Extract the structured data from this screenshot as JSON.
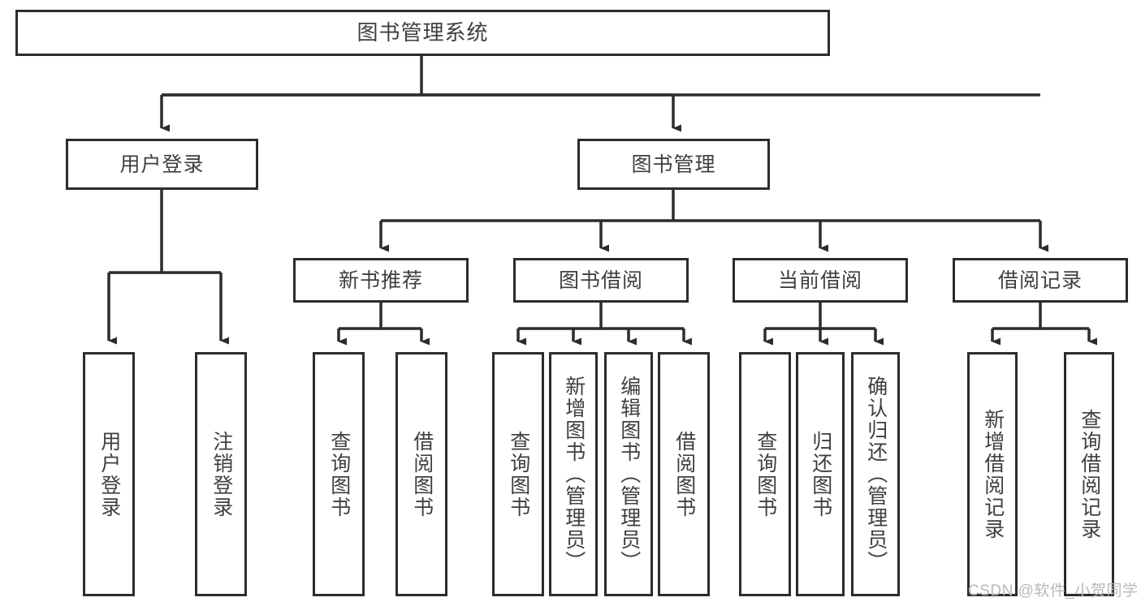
{
  "diagram": {
    "title": "图书管理系统",
    "watermark": "CSDN @软件_小贺同学",
    "colors": {
      "border": "#2c2c2c",
      "fill": "#ffffff",
      "text": "#3f3f3f",
      "wire": "#2c2c2c",
      "watermark": "#b8b8b8"
    },
    "nodes": {
      "root": {
        "label": "图书管理系统"
      },
      "level2": [
        {
          "id": "user-login",
          "label": "用户登录"
        },
        {
          "id": "book-management",
          "label": "图书管理"
        }
      ],
      "level3": [
        {
          "id": "new-book-recommend",
          "label": "新书推荐"
        },
        {
          "id": "book-borrow",
          "label": "图书借阅"
        },
        {
          "id": "current-borrow",
          "label": "当前借阅"
        },
        {
          "id": "borrow-record",
          "label": "借阅记录"
        }
      ],
      "leaves": [
        {
          "id": "leaf-user-login",
          "label": "用户登录"
        },
        {
          "id": "leaf-logout-login",
          "label": "注销登录"
        },
        {
          "id": "leaf-query-book-1",
          "label": "查询图书"
        },
        {
          "id": "leaf-borrow-book-1",
          "label": "借阅图书"
        },
        {
          "id": "leaf-query-book-2",
          "label": "查询图书"
        },
        {
          "id": "leaf-add-book-admin",
          "label": "新增图书（管理员）"
        },
        {
          "id": "leaf-edit-book-admin",
          "label": "编辑图书（管理员）"
        },
        {
          "id": "leaf-borrow-book-2",
          "label": "借阅图书"
        },
        {
          "id": "leaf-query-book-3",
          "label": "查询图书"
        },
        {
          "id": "leaf-return-book",
          "label": "归还图书"
        },
        {
          "id": "leaf-confirm-return-admin",
          "label": "确认归还（管理员）"
        },
        {
          "id": "leaf-add-borrow-record",
          "label": "新增借阅记录"
        },
        {
          "id": "leaf-query-borrow-record",
          "label": "查询借阅记录"
        }
      ]
    }
  }
}
